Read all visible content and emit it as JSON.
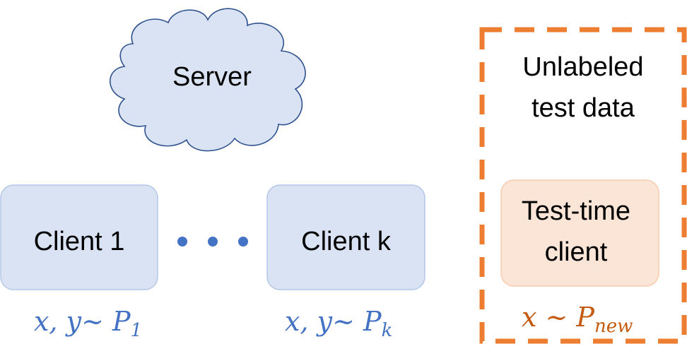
{
  "server": {
    "label": "Server"
  },
  "clients": [
    {
      "label": "Client 1",
      "dist_var": "x, y",
      "dist_sym": "~ P",
      "dist_sub": "1"
    },
    {
      "label": "Client k",
      "dist_var": "x, y",
      "dist_sym": "~ P",
      "dist_sub": "k"
    }
  ],
  "ellipsis_count": 3,
  "test_panel": {
    "title_line1": "Unlabeled",
    "title_line2": "test data",
    "client_line1": "Test-time",
    "client_line2": "client",
    "dist_var": "x",
    "dist_sym": " ~ P",
    "dist_sub": "new"
  },
  "colors": {
    "client_fill": "#dae3f3",
    "client_stroke": "#b4c7e7",
    "math_blue": "#4472c4",
    "dot_blue": "#4472c4",
    "orange": "#ed7d31",
    "test_client_fill": "#fbe5d6",
    "test_client_stroke": "#f8cbad"
  }
}
